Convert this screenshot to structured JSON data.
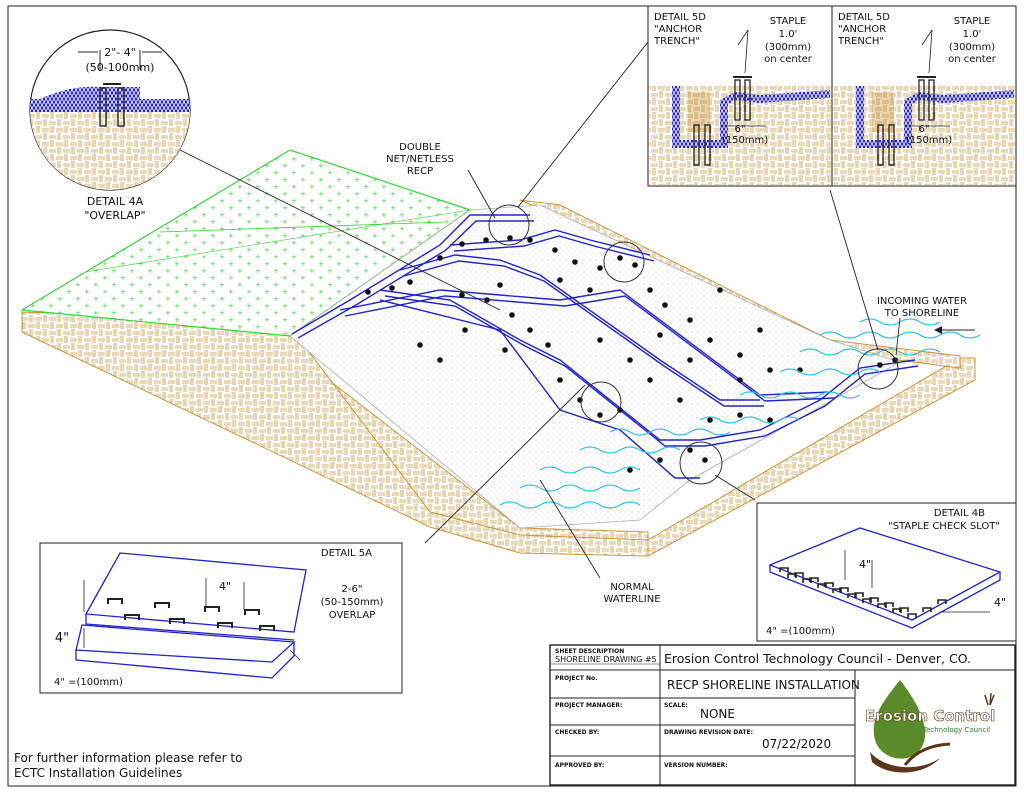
{
  "detail_4a": {
    "title_line1": "DETAIL 4A",
    "title_line2": "\"OVERLAP\"",
    "dim_in": "2\"- 4\"",
    "dim_mm": "(50-100mm)"
  },
  "detail_5d": {
    "title_line1": "DETAIL 5D",
    "title_line2": "\"ANCHOR",
    "title_line3": "TRENCH\"",
    "staple_line1": "STAPLE",
    "staple_line2": "1.0'",
    "staple_line3": "(300mm)",
    "staple_line4": "on center",
    "dim_in": "6\"",
    "dim_mm": "(150mm)"
  },
  "callouts": {
    "double_net_line1": "DOUBLE",
    "double_net_line2": "NET/NETLESS",
    "double_net_line3": "RECP",
    "incoming_line1": "INCOMING WATER",
    "incoming_line2": "TO SHORELINE",
    "waterline_line1": "NORMAL",
    "waterline_line2": "WATERLINE"
  },
  "detail_4b": {
    "title_line1": "DETAIL 4B",
    "title_line2": "\"STAPLE CHECK SLOT\"",
    "dim_4": "4\"",
    "dim_4b": "4\"",
    "note": "4\" =(100mm)"
  },
  "detail_5a": {
    "title": "DETAIL 5A",
    "dim_4": "4\"",
    "dim_4left": "4\"",
    "overlap_line1": "2-6\"",
    "overlap_line2": "(50-150mm)",
    "overlap_line3": "OVERLAP",
    "note": "4\" =(100mm)"
  },
  "footer": {
    "line1": "For further information please refer to",
    "line2": "ECTC Installation Guidelines"
  },
  "title_block": {
    "sheet_desc_label": "SHEET DESCRIPTION",
    "sheet_desc_value": "SHORELINE DRAWING #5",
    "org": "Erosion Control Technology Council - Denver, CO.",
    "project_label": "PROJECT No.",
    "project_value": "RECP SHORELINE INSTALLATION",
    "manager_label": "PROJECT MANAGER:",
    "scale_label": "SCALE:",
    "scale_value": "NONE",
    "checked_label": "CHECKED BY:",
    "revision_label": "DRAWING REVISION DATE:",
    "revision_value": "07/22/2020",
    "approved_label": "APPROVED BY:",
    "version_label": "VERSION NUMBER:"
  },
  "logo": {
    "word1": "Erosion Control",
    "word2": "Technology Council"
  },
  "colors": {
    "net_blue": "#2323c8",
    "grass_green": "#39d239",
    "soil_tan": "#c8963c",
    "water_cyan": "#2ec3e6",
    "logo_green": "#5a8a2a",
    "logo_brown": "#5a3519"
  }
}
